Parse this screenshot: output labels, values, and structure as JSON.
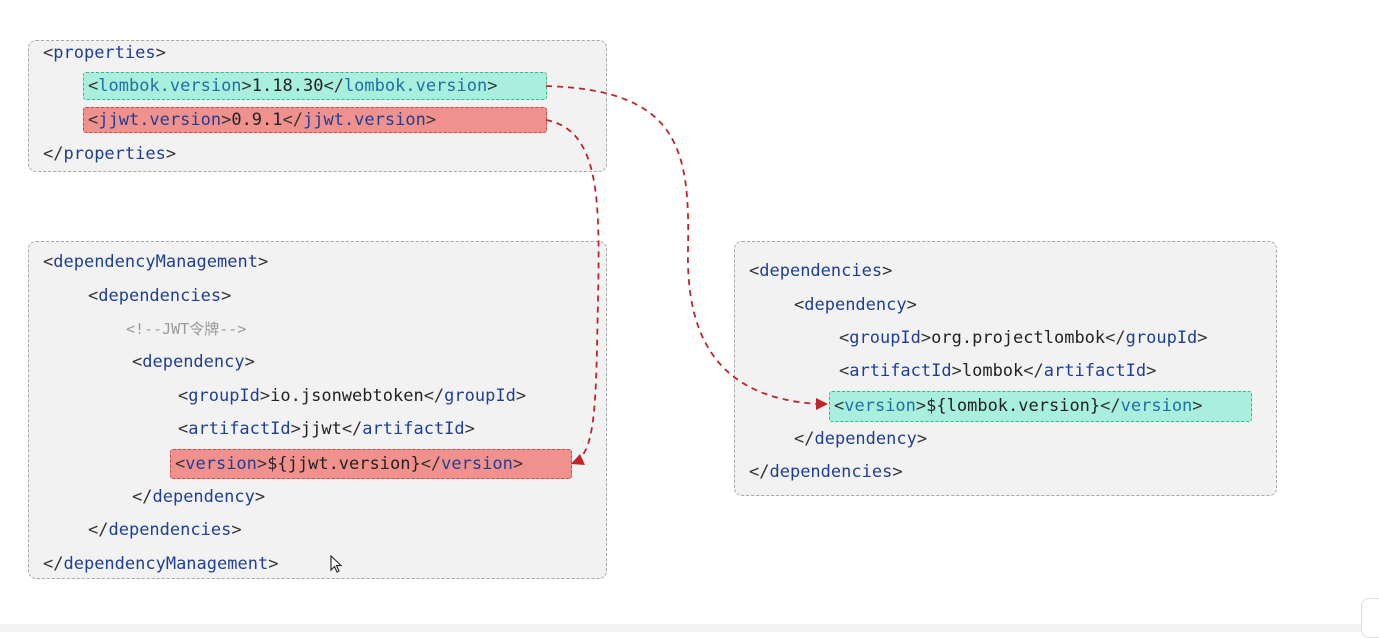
{
  "properties_panel": {
    "open": "properties",
    "lombok": {
      "tag": "lombok.version",
      "value": "1.18.30"
    },
    "jjwt": {
      "tag": "jjwt.version",
      "value": "0.9.1"
    },
    "close": "properties"
  },
  "dm_panel": {
    "dm_tag": "dependencyManagement",
    "deps_tag": "dependencies",
    "comment": "<!--JWT令牌-->",
    "dep_tag": "dependency",
    "group_tag": "groupId",
    "group_value": "io.jsonwebtoken",
    "artifact_tag": "artifactId",
    "artifact_value": "jjwt",
    "version_tag": "version",
    "version_value": "${jjwt.version}"
  },
  "deps_panel": {
    "deps_tag": "dependencies",
    "dep_tag": "dependency",
    "group_tag": "groupId",
    "group_value": "org.projectlombok",
    "artifact_tag": "artifactId",
    "artifact_value": "lombok",
    "version_tag": "version",
    "version_value": "${lombok.version}"
  },
  "colors": {
    "highlight_green": "#a8f0dd",
    "highlight_red": "#f0918d",
    "arrow": "#c0242a",
    "tag": "#1f3f96"
  },
  "icons": [
    "mouse-cursor-icon",
    "arrowhead-icon"
  ]
}
